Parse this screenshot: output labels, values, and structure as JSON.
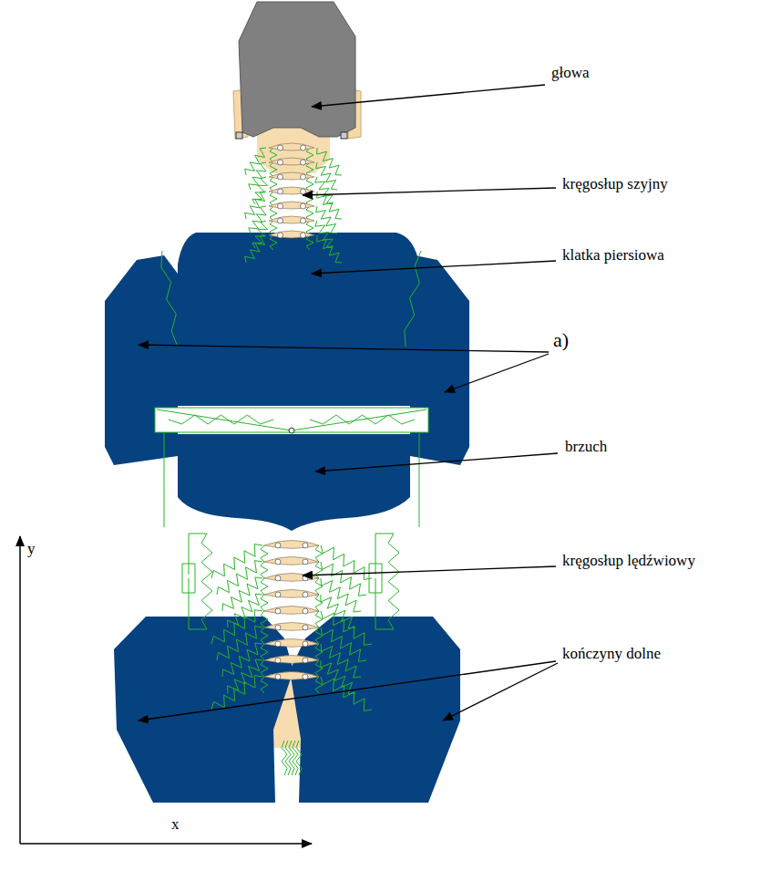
{
  "diagram": {
    "labels": [
      "głowa",
      "kręgosłup szyjny",
      "klatka piersiowa",
      "a)",
      "brzuch",
      "kręgosłup lędźwiowy",
      "kończyny dolne",
      "y",
      "x"
    ]
  }
}
